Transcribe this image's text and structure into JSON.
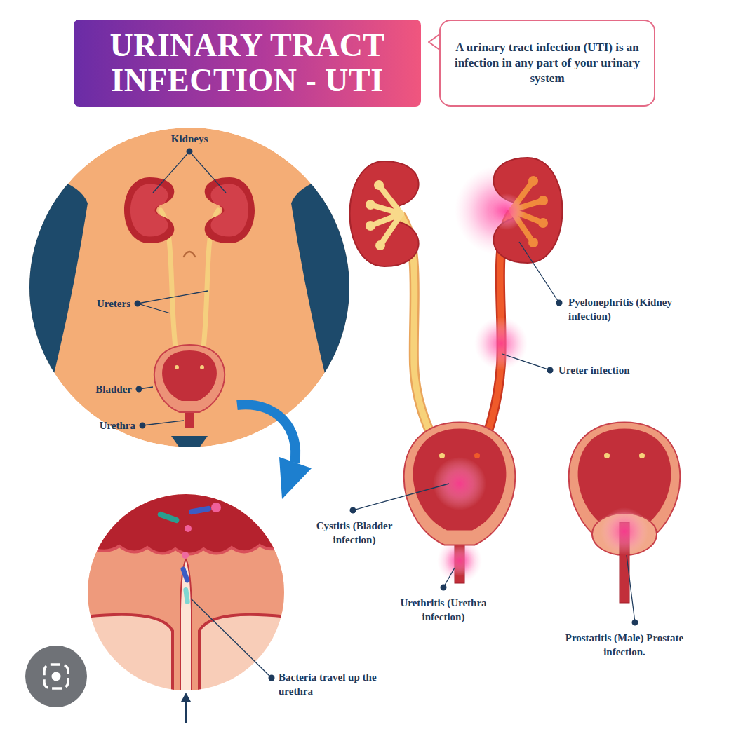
{
  "diagram": {
    "title": "URINARY TRACT INFECTION - UTI",
    "nodes": [
      {
        "text": [
          "A urinary tract infection (UTI) is an infection in any part of your urinary system"
        ]
      }
    ],
    "labels": [
      "Kidneys",
      "Ureters",
      "Bladder",
      "Urethra",
      "Bacteria travel up the urethra",
      "Pyelonephritis (Kidney infection)",
      "Ureter infection",
      "Cystitis (Bladder infection)",
      "Urethritis (Urethra infection)",
      "Prostatitis (Male) Prostate infection."
    ]
  }
}
